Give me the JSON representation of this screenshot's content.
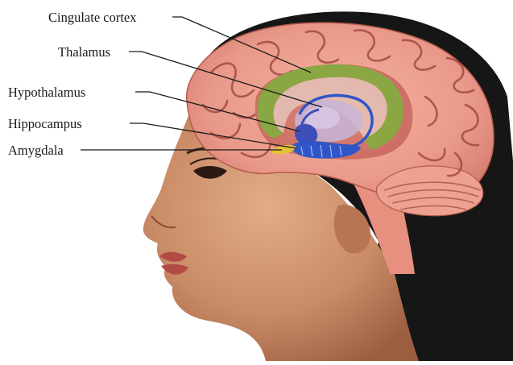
{
  "labels": {
    "cingulate_cortex": "Cingulate cortex",
    "thalamus": "Thalamus",
    "hypothalamus": "Hypothalamus",
    "hippocampus": "Hippocampus",
    "amygdala": "Amygdala"
  },
  "colors": {
    "background": "#ffffff",
    "hair": "#161616",
    "skin": "#d49a74",
    "skin_shadow": "#a8694a",
    "brain": "#eea190",
    "brain_fold": "#9a3f38",
    "cingulate_cortex": "#7fae3e",
    "thalamus": "#c7b6d8",
    "hypothalamus": "#3d4fb8",
    "hippocampus": "#2f56c9",
    "amygdala": "#e6c23a",
    "lips": "#b24a45"
  }
}
